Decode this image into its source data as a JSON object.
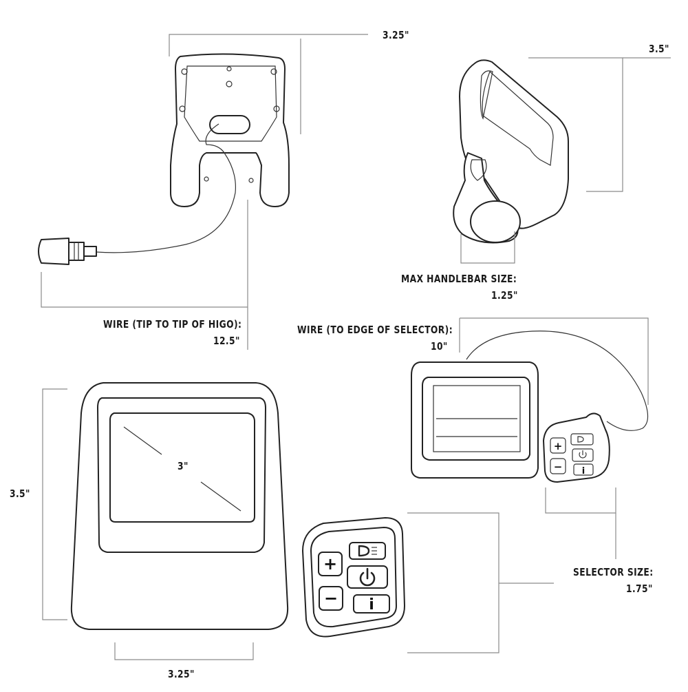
{
  "labels": {
    "mount_width": "3.25\"",
    "side_height": "3.5\"",
    "handlebar_title": "MAX HANDLEBAR SIZE:",
    "handlebar_value": "1.25\"",
    "wire_higo_title": "WIRE (TIP TO TIP OF HIGO):",
    "wire_higo_value": "12.5\"",
    "wire_selector_title": "WIRE (TO EDGE OF SELECTOR):",
    "wire_selector_value": "10\"",
    "display_height": "3.5\"",
    "screen_diagonal": "3\"",
    "display_width": "3.25\"",
    "selector_title": "SELECTOR SIZE:",
    "selector_value": "1.75\""
  },
  "buttons": {
    "plus": "+",
    "minus": "−",
    "info": "i"
  },
  "icons": [
    "plug-connector-icon",
    "headlight-icon",
    "power-icon",
    "plus-icon",
    "minus-icon",
    "info-icon"
  ]
}
